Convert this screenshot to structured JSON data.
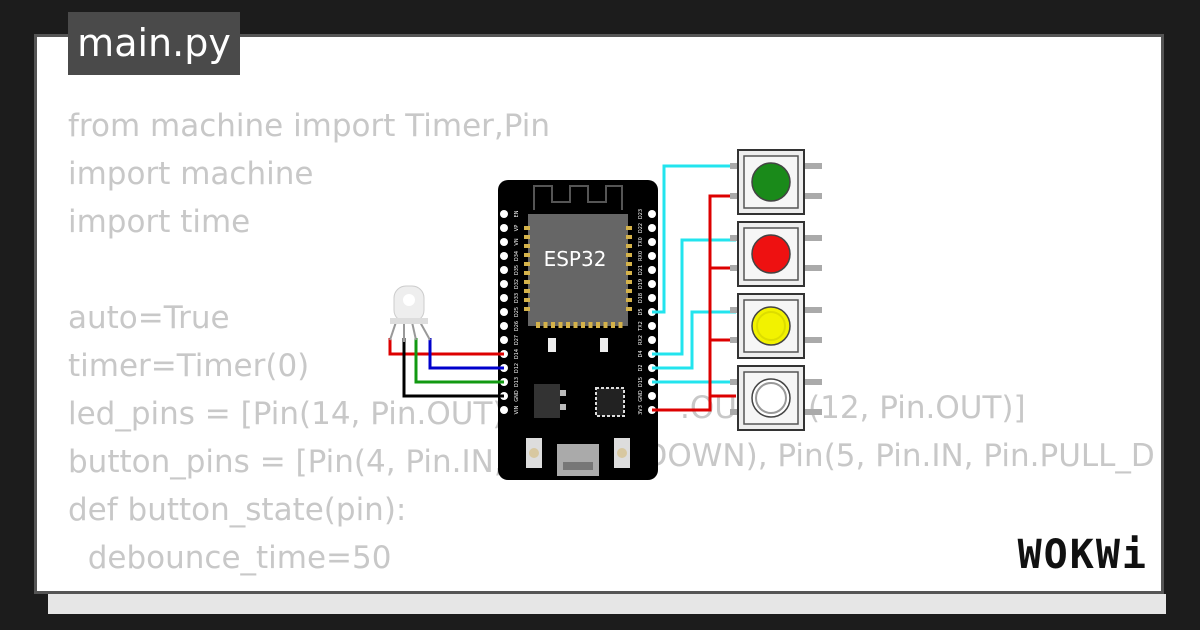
{
  "file_tab": {
    "label": "main.py"
  },
  "code_lines": [
    "from machine import Timer,Pin",
    "import machine",
    "import time",
    "",
    "auto=True",
    "timer=Timer(0)",
    "led_pins = [Pin(14, Pin.OUT), ",
    "button_pins = [Pin(4, Pin.IN, Pi",
    "def button_state(pin):",
    "  debounce_time=50",
    "  "
  ],
  "code_tail": ".OUT)",
  "code_tail2": "(12, Pin.OUT)]",
  "code_tail3": "_DOWN), Pin(5, Pin.IN, Pin.PULL_D",
  "board": {
    "chip_label": "ESP32",
    "left_pins": [
      "EN",
      "VP",
      "VN",
      "D34",
      "D35",
      "D32",
      "D33",
      "D25",
      "D26",
      "D27",
      "D14",
      "D12",
      "D13",
      "GND",
      "VIN"
    ],
    "right_pins": [
      "D23",
      "D22",
      "TX0",
      "RX0",
      "D21",
      "D19",
      "D18",
      "D5",
      "TX2",
      "RX2",
      "D4",
      "D2",
      "D15",
      "GND",
      "3V3"
    ]
  },
  "buttons": [
    {
      "color": "#1a8a1a",
      "name": "green"
    },
    {
      "color": "#ee1111",
      "name": "red"
    },
    {
      "color": "#f2f200",
      "name": "yellow"
    },
    {
      "color": "#ffffff",
      "name": "white"
    }
  ],
  "wire_colors": {
    "cyan": "#22e4ee",
    "red": "#dd0000",
    "blue": "#0000cc",
    "green": "#119911",
    "black": "#000000"
  },
  "logo": {
    "text": "WOKWi"
  }
}
